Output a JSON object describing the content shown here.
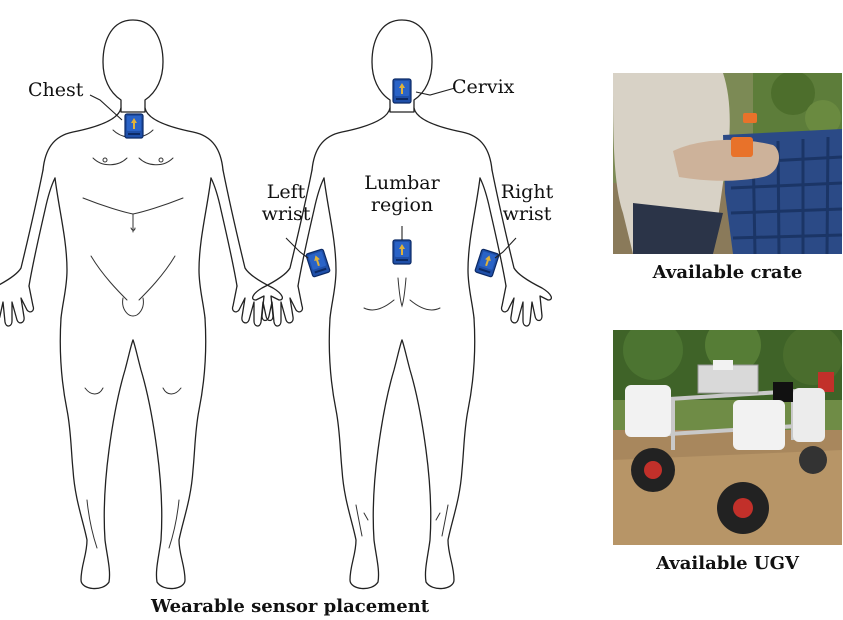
{
  "figure": {
    "caption_main": "Wearable sensor placement",
    "caption_crate": "Available crate",
    "caption_ugv": "Available UGV"
  },
  "front_body": {
    "labels": {
      "chest": "Chest"
    }
  },
  "back_body": {
    "labels": {
      "cervix": "Cervix",
      "left_wrist_1": "Left",
      "left_wrist_2": "wrist",
      "lumbar_1": "Lumbar",
      "lumbar_2": "region",
      "right_wrist_1": "Right",
      "right_wrist_2": "wrist"
    }
  },
  "colors": {
    "sensor_body": "#1f4fa8",
    "sensor_edge": "#0c2a66",
    "sensor_logo": "#e0b23a",
    "outline": "#222222"
  },
  "photos": {
    "crate": {
      "icon": "crate-photo"
    },
    "ugv": {
      "icon": "ugv-photo"
    }
  }
}
